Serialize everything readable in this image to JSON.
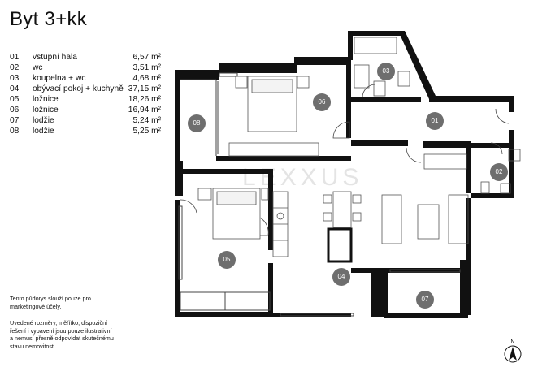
{
  "title": "Byt 3+kk",
  "rooms": [
    {
      "no": "01",
      "name": "vstupní hala",
      "area": "6,57 m²"
    },
    {
      "no": "02",
      "name": "wc",
      "area": "3,51 m²"
    },
    {
      "no": "03",
      "name": "koupelna + wc",
      "area": "4,68 m²"
    },
    {
      "no": "04",
      "name": "obývací pokoj + kuchyně",
      "area": "37,15 m²"
    },
    {
      "no": "05",
      "name": "ložnice",
      "area": "18,26 m²"
    },
    {
      "no": "06",
      "name": "ložnice",
      "area": "16,94 m²"
    },
    {
      "no": "07",
      "name": "lodžie",
      "area": "5,24 m²"
    },
    {
      "no": "08",
      "name": "lodžie",
      "area": "5,25 m²"
    }
  ],
  "note_marketing": "Tento půdorys slouží pouze pro marketingové účely.",
  "note_disclaimer": "Uvedené rozměry, měřítko, dispoziční řešení i vybavení jsou pouze ilustrativní a nemusí přesně odpovídat skutečnému stavu nemovitosti.",
  "plan_labels": {
    "r01": "01",
    "r02": "02",
    "r03": "03",
    "r04": "04",
    "r05": "05",
    "r06": "06",
    "r07": "07",
    "r08": "08"
  },
  "north_label": "N",
  "watermark": "LEXXUS",
  "colors": {
    "wall": "#111111",
    "label_bg": "#6e6e6e",
    "furniture": "#555555"
  }
}
